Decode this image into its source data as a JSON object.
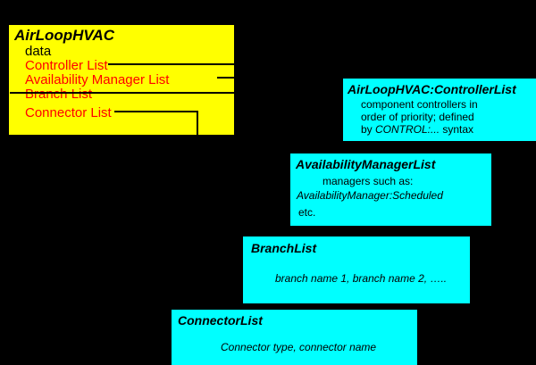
{
  "diagram": {
    "title_semantic": "AirLoopHVAC object relationship diagram",
    "colors": {
      "background": "#000000",
      "parent_box_fill": "#FFFF00",
      "child_box_fill": "#00FFFF",
      "field_link_text": "#FF0000",
      "text": "#000000",
      "connector": "#000000"
    }
  },
  "parent": {
    "name": "AirLoopHVAC",
    "data_field": "data",
    "fields": [
      {
        "label": "Controller List"
      },
      {
        "label": "Availability Manager List"
      },
      {
        "label": "Branch List"
      },
      {
        "label": "Connector List"
      }
    ]
  },
  "children": {
    "controller_list": {
      "title": "AirLoopHVAC:ControllerList",
      "lines": [
        "component controllers in",
        "order of priority; defined",
        "by CONTROL:... syntax"
      ],
      "line3_pre": "by ",
      "line3_em": "CONTROL:...",
      "line3_post": " syntax"
    },
    "availability_manager_list": {
      "title": "AvailabilityManagerList",
      "lines": [
        "managers such as:",
        "AvailabilityManager:Scheduled",
        "etc."
      ]
    },
    "branch_list": {
      "title": "BranchList",
      "lines": [
        "branch name 1, branch name 2, ….."
      ]
    },
    "connector_list": {
      "title": "ConnectorList",
      "lines": [
        "Connector type, connector name"
      ]
    }
  }
}
